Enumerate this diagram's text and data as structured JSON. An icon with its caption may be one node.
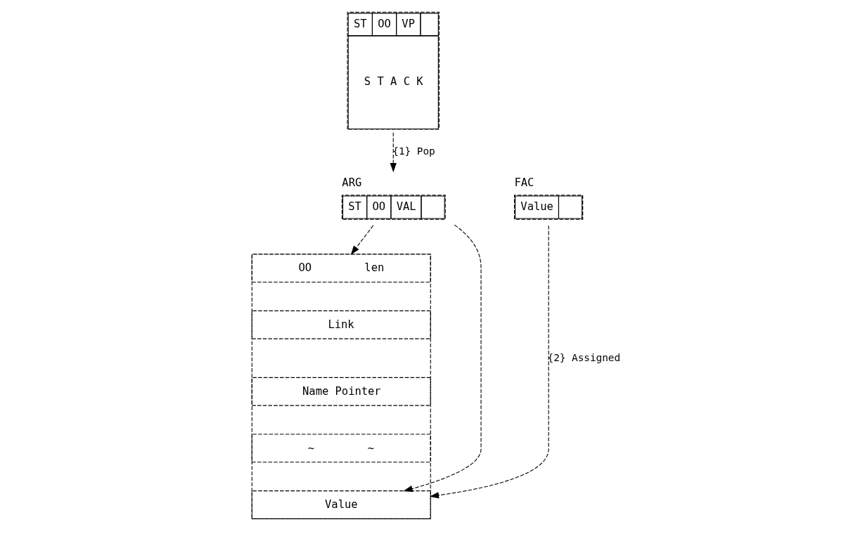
{
  "diagram": {
    "nodes": [
      {
        "text": [
          "ST",
          "OO",
          "VP",
          "S T A C K"
        ]
      },
      {
        "text": [
          "ARG",
          "ST",
          "OO",
          "VAL"
        ]
      },
      {
        "text": [
          "FAC",
          "Value"
        ]
      },
      {
        "text": [],
        "shape": "box"
      },
      {
        "text": [
          "OO",
          "len"
        ],
        "in": 3
      },
      {
        "text": [
          "Link"
        ],
        "in": 3
      },
      {
        "text": [
          "Name Pointer"
        ],
        "in": 3
      },
      {
        "text": [
          "~",
          "~"
        ],
        "in": 3
      },
      {
        "text": [
          "Value"
        ],
        "in": 3
      }
    ],
    "edges": [
      {
        "from": 0,
        "to": 1,
        "arrow": "to",
        "label": "{1} Pop"
      },
      {
        "from": 1,
        "to": 4,
        "arrow": "to"
      },
      {
        "from": 1,
        "to": 8,
        "arrow": "to"
      },
      {
        "from": 2,
        "to": 8,
        "arrow": "to",
        "label": "{2} Assigned"
      }
    ]
  }
}
